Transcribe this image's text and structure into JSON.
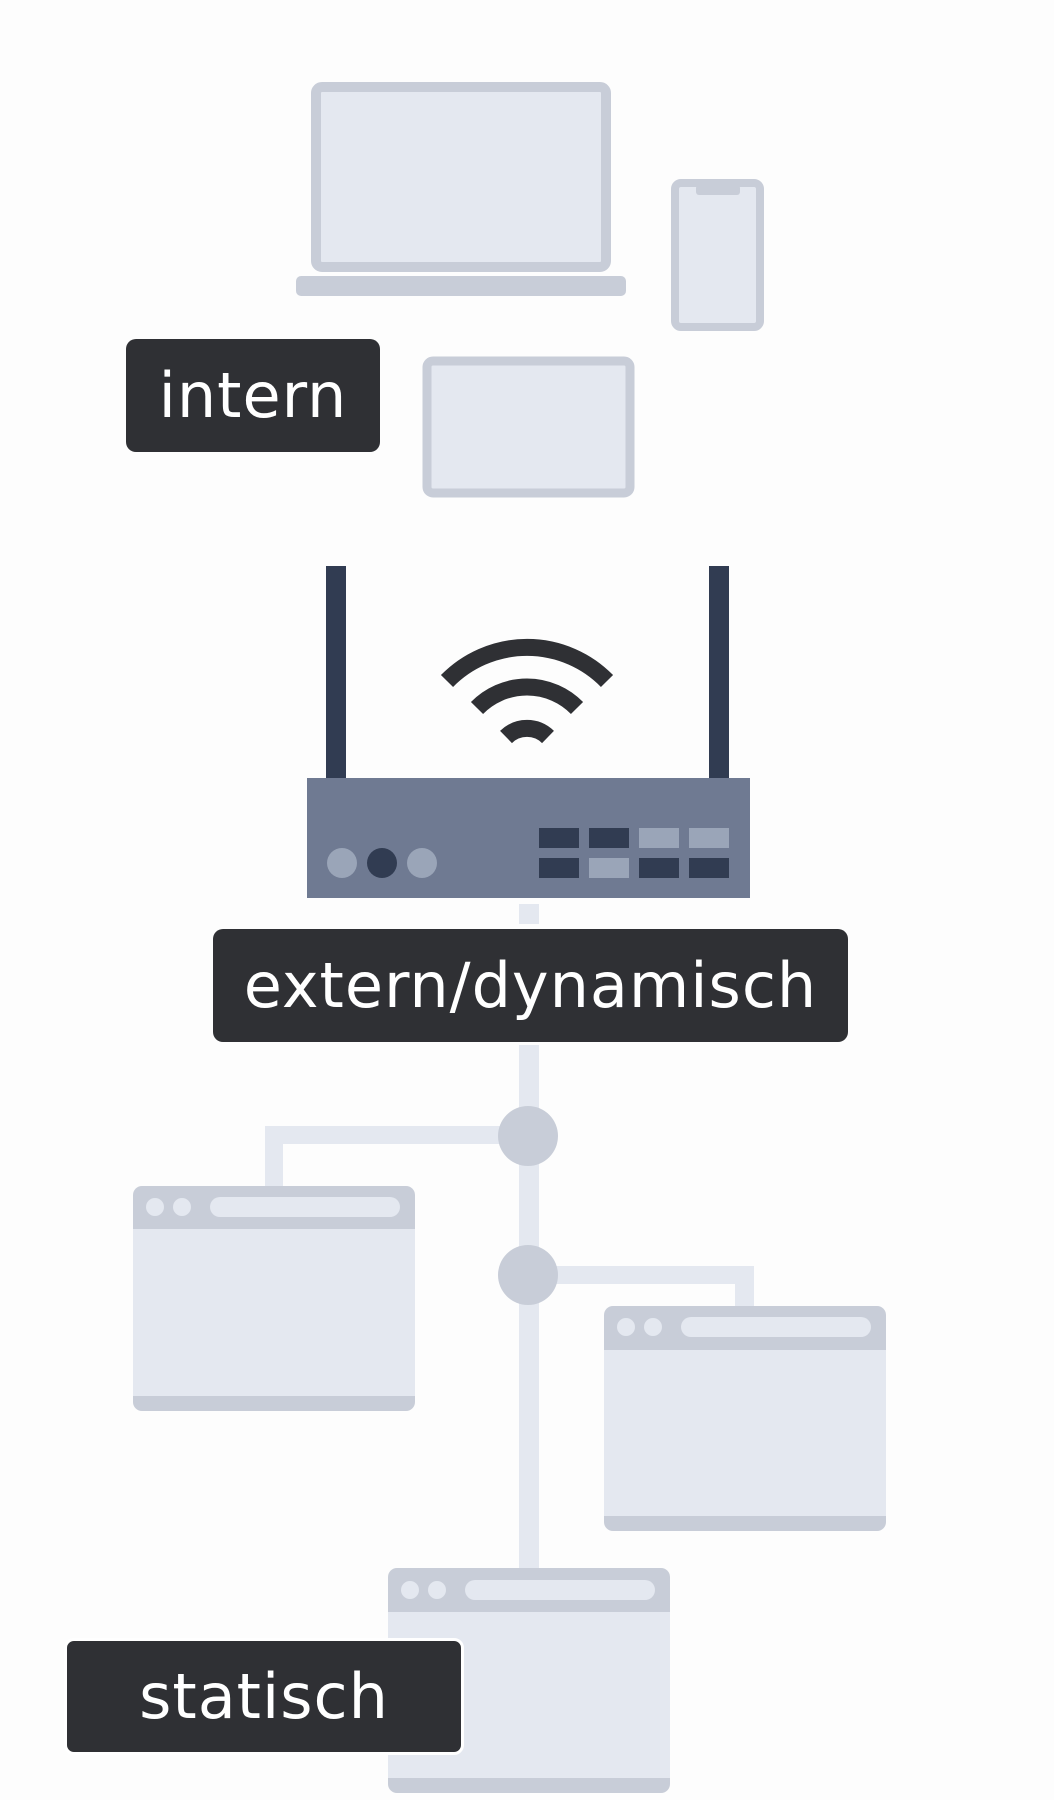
{
  "labels": {
    "internal": "intern",
    "external_dynamic": "extern/dynamisch",
    "static": "statisch"
  },
  "colors": {
    "device_fill": "#e4e8f0",
    "device_stroke": "#c8cdd8",
    "router_body": "#6f7a92",
    "antenna": "#313c52",
    "wifi": "#2f3034",
    "port_dark": "#313c52",
    "port_light": "#9aa5b8",
    "connector": "#e4e8f0",
    "node": "#c8cdd8",
    "label_bg": "#2f3034",
    "label_text": "#ffffff"
  },
  "icons": [
    "laptop-icon",
    "phone-icon",
    "tablet-icon",
    "router-icon",
    "wifi-icon",
    "browser-window-icon"
  ]
}
